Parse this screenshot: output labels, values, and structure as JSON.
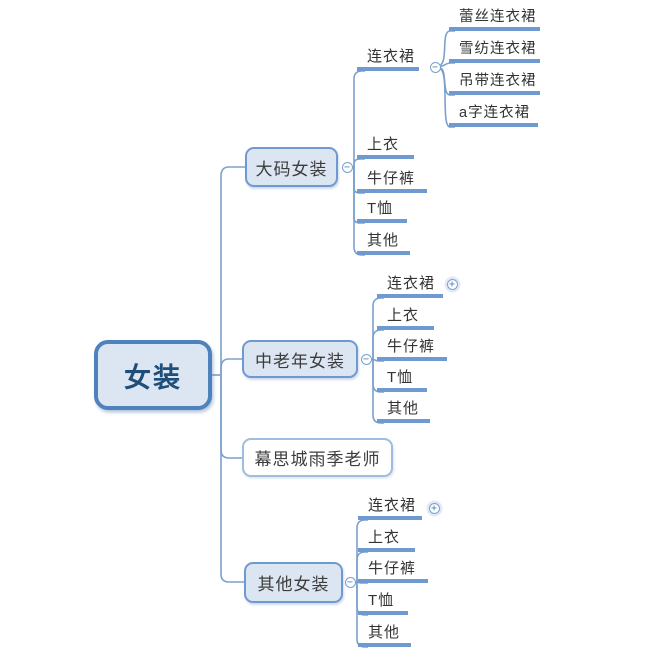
{
  "app": {
    "type": "mind-map",
    "background": "#ffffff"
  },
  "colors": {
    "node_fill": "#dce6f2",
    "node_border": "#6f9ad1",
    "root_border": "#4f81bd",
    "root_text": "#1f4e79",
    "line": "#7ba0cd",
    "underline": "#6f9ad1",
    "topic_text": "#333333",
    "floating_fill": "#ffffff"
  },
  "icons": {
    "collapse": "−",
    "expand": "+"
  },
  "root": {
    "label": "女装"
  },
  "branches": [
    {
      "label": "大码女装",
      "toggle": "collapsed-minus",
      "children": [
        {
          "label": "连衣裙",
          "toggle": "minus",
          "children": [
            {
              "label": "蕾丝连衣裙"
            },
            {
              "label": "雪纺连衣裙"
            },
            {
              "label": "吊带连衣裙"
            },
            {
              "label": "a字连衣裙"
            }
          ]
        },
        {
          "label": "上衣"
        },
        {
          "label": "牛仔裤"
        },
        {
          "label": "T恤"
        },
        {
          "label": "其他"
        }
      ]
    },
    {
      "label": "中老年女装",
      "toggle": "minus",
      "children": [
        {
          "label": "连衣裙",
          "toggle": "plus"
        },
        {
          "label": "上衣"
        },
        {
          "label": "牛仔裤"
        },
        {
          "label": "T恤"
        },
        {
          "label": "其他"
        }
      ]
    },
    {
      "label": "幕思城雨季老师"
    },
    {
      "label": "其他女装",
      "toggle": "minus",
      "children": [
        {
          "label": "连衣裙",
          "toggle": "plus"
        },
        {
          "label": "上衣"
        },
        {
          "label": "牛仔裤"
        },
        {
          "label": "T恤"
        },
        {
          "label": "其他"
        }
      ]
    }
  ]
}
